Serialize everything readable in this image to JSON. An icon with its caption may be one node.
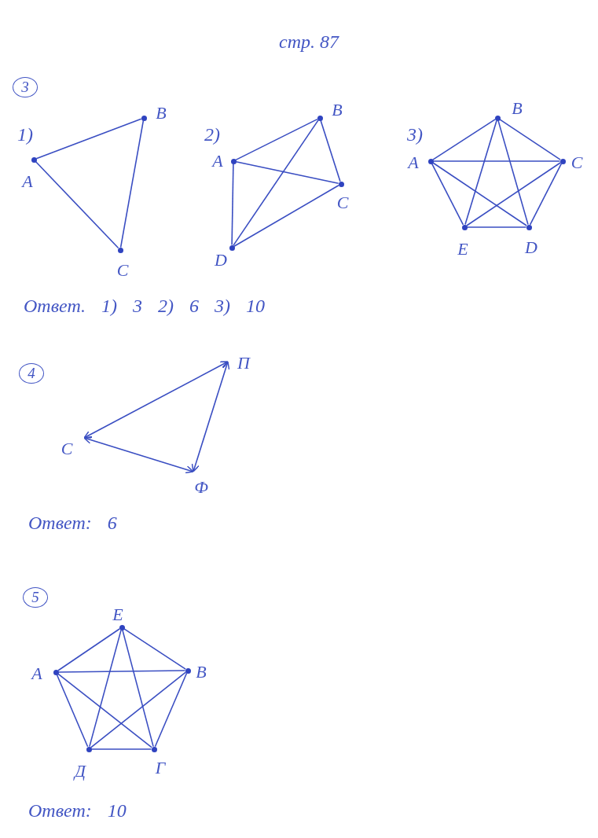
{
  "diagram": {
    "nodes": [
      {
        "text": [
          "3"
        ]
      },
      {
        "text": [
          "A"
        ]
      },
      {
        "text": [
          "B"
        ]
      },
      {
        "text": [
          "C"
        ]
      },
      {
        "text": [
          "A"
        ]
      },
      {
        "text": [
          "B"
        ]
      },
      {
        "text": [
          "C"
        ]
      },
      {
        "text": [
          "D"
        ]
      },
      {
        "text": [
          "A"
        ]
      },
      {
        "text": [
          "B"
        ]
      },
      {
        "text": [
          "C"
        ]
      },
      {
        "text": [
          "D"
        ]
      },
      {
        "text": [
          "E"
        ]
      },
      {
        "text": [
          "4"
        ]
      },
      {
        "text": [
          "П"
        ]
      },
      {
        "text": [
          "С"
        ]
      },
      {
        "text": [
          "Ф"
        ]
      },
      {
        "text": [
          "5"
        ]
      },
      {
        "text": [
          "Е"
        ]
      },
      {
        "text": [
          "А"
        ]
      },
      {
        "text": [
          "В"
        ]
      },
      {
        "text": [
          "Д"
        ]
      },
      {
        "text": [
          "Г"
        ]
      }
    ],
    "edges": [
      {
        "from": 1,
        "to": 2,
        "arrow": "none"
      },
      {
        "from": 1,
        "to": 3,
        "arrow": "none"
      },
      {
        "from": 2,
        "to": 3,
        "arrow": "none"
      },
      {
        "from": 4,
        "to": 5,
        "arrow": "none"
      },
      {
        "from": 4,
        "to": 6,
        "arrow": "none"
      },
      {
        "from": 4,
        "to": 7,
        "arrow": "none"
      },
      {
        "from": 5,
        "to": 6,
        "arrow": "none"
      },
      {
        "from": 5,
        "to": 7,
        "arrow": "none"
      },
      {
        "from": 6,
        "to": 7,
        "arrow": "none"
      },
      {
        "from": 8,
        "to": 9,
        "arrow": "none"
      },
      {
        "from": 8,
        "to": 10,
        "arrow": "none"
      },
      {
        "from": 8,
        "to": 11,
        "arrow": "none"
      },
      {
        "from": 8,
        "to": 12,
        "arrow": "none"
      },
      {
        "from": 9,
        "to": 10,
        "arrow": "none"
      },
      {
        "from": 9,
        "to": 11,
        "arrow": "none"
      },
      {
        "from": 9,
        "to": 12,
        "arrow": "none"
      },
      {
        "from": 10,
        "to": 11,
        "arrow": "none"
      },
      {
        "from": 10,
        "to": 12,
        "arrow": "none"
      },
      {
        "from": 11,
        "to": 12,
        "arrow": "none"
      },
      {
        "from": 14,
        "to": 15,
        "arrow": "both"
      },
      {
        "from": 15,
        "to": 16,
        "arrow": "both"
      },
      {
        "from": 16,
        "to": 14,
        "arrow": "both"
      },
      {
        "from": 18,
        "to": 19,
        "arrow": "none"
      },
      {
        "from": 18,
        "to": 20,
        "arrow": "none"
      },
      {
        "from": 18,
        "to": 21,
        "arrow": "none"
      },
      {
        "from": 18,
        "to": 22,
        "arrow": "none"
      },
      {
        "from": 19,
        "to": 20,
        "arrow": "none"
      },
      {
        "from": 19,
        "to": 21,
        "arrow": "none"
      },
      {
        "from": 19,
        "to": 22,
        "arrow": "none"
      },
      {
        "from": 20,
        "to": 21,
        "arrow": "none"
      },
      {
        "from": 20,
        "to": 22,
        "arrow": "none"
      },
      {
        "from": 21,
        "to": 22,
        "arrow": "none"
      }
    ],
    "labels": [
      "стр. 87",
      "1)",
      "2)",
      "3)",
      "Ответ. 1) 3 2) 6 3) 10",
      "Ответ: 6",
      "Ответ: 10"
    ]
  }
}
